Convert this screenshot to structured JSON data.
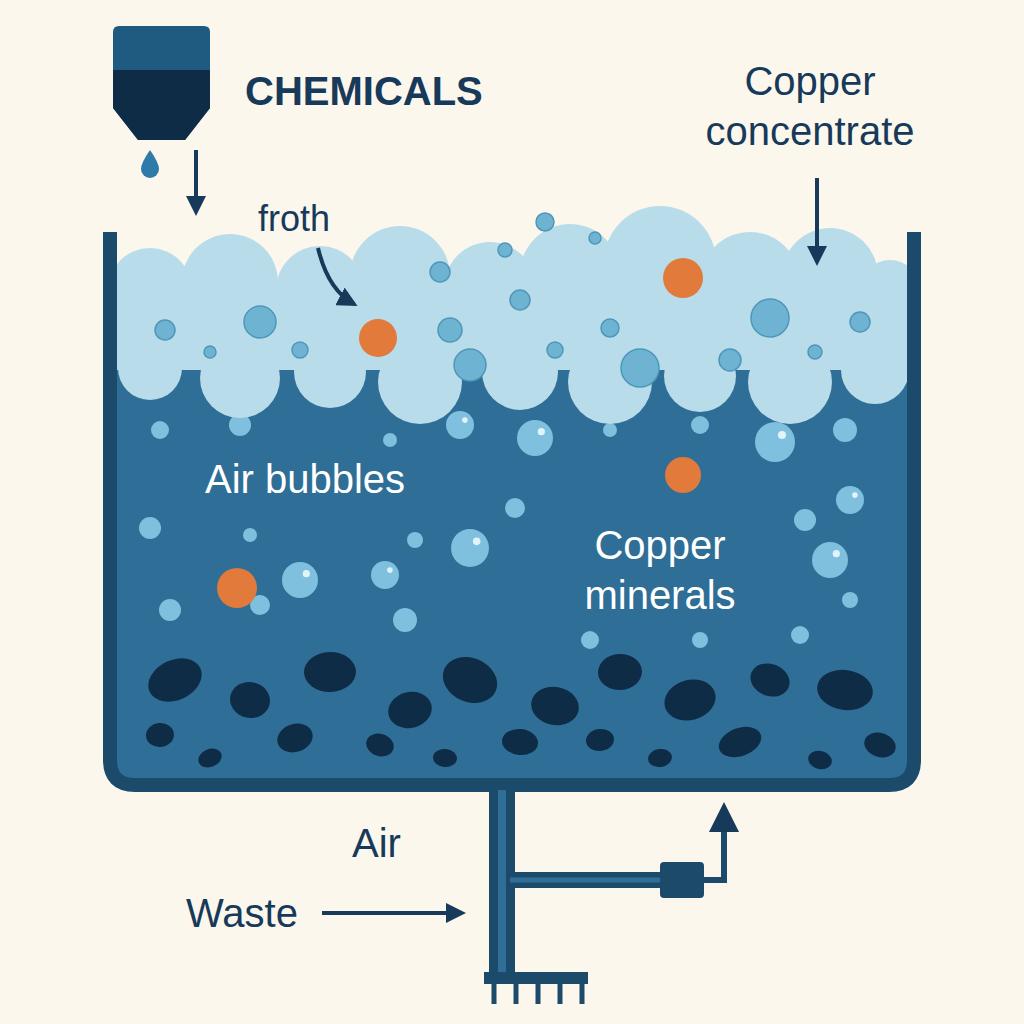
{
  "diagram": {
    "labels": [
      "CHEMICALS",
      "Copper concentrate",
      "froth",
      "Air bubbles",
      "Copper minerals",
      "Air",
      "Waste"
    ]
  }
}
